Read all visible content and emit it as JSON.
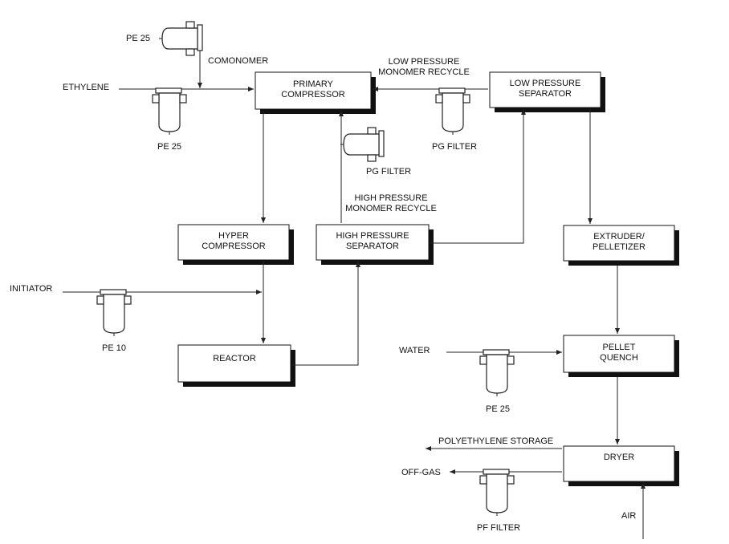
{
  "boxes": {
    "primary_compressor": [
      "PRIMARY",
      "COMPRESSOR"
    ],
    "low_pressure_separator": [
      "LOW PRESSURE",
      "SEPARATOR"
    ],
    "hyper_compressor": [
      "HYPER",
      "COMPRESSOR"
    ],
    "high_pressure_separator": [
      "HIGH PRESSURE",
      "SEPARATOR"
    ],
    "extruder_pelletizer": [
      "EXTRUDER/",
      "PELLETIZER"
    ],
    "reactor": [
      "REACTOR"
    ],
    "pellet_quench": [
      "PELLET",
      "QUENCH"
    ],
    "dryer": [
      "DRYER"
    ]
  },
  "streams": {
    "ethylene": "ETHYLENE",
    "comonomer": "COMONOMER",
    "low_pressure_recycle": [
      "LOW PRESSURE",
      "MONOMER RECYCLE"
    ],
    "high_pressure_recycle": [
      "HIGH PRESSURE",
      "MONOMER RECYCLE"
    ],
    "initiator": "INITIATOR",
    "water": "WATER",
    "polyethylene_storage": "POLYETHYLENE STORAGE",
    "off_gas": "OFF-GAS",
    "air": "AIR"
  },
  "filters": {
    "comonomer_filter": "PE 25",
    "ethylene_filter": "PE 25",
    "lp_recycle_filter": "PG FILTER",
    "hp_recycle_filter": "PG FILTER",
    "initiator_filter": "PE 10",
    "water_filter": "PE 25",
    "offgas_filter": "PF FILTER"
  }
}
